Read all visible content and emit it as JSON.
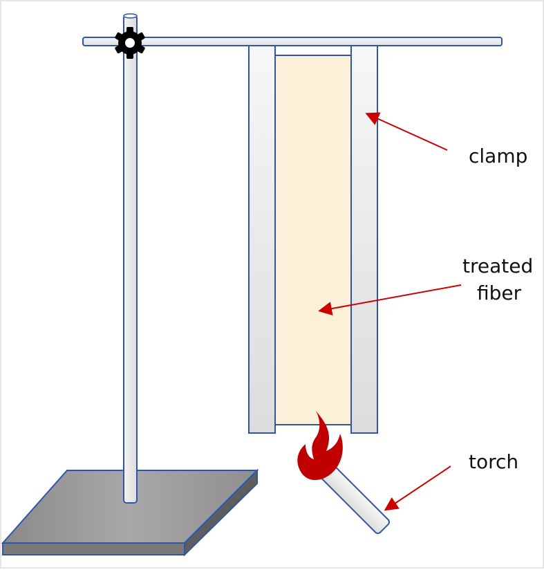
{
  "labels": {
    "clamp": "clamp",
    "treated": "treated",
    "fiber": "fiber",
    "torch": "torch"
  },
  "colors": {
    "outline": "#2f56a6",
    "arrow": "#cc0000",
    "flame": "#c00000",
    "fiber_fill": "#fdf0d8",
    "base_fill": "#8e8e8e"
  }
}
